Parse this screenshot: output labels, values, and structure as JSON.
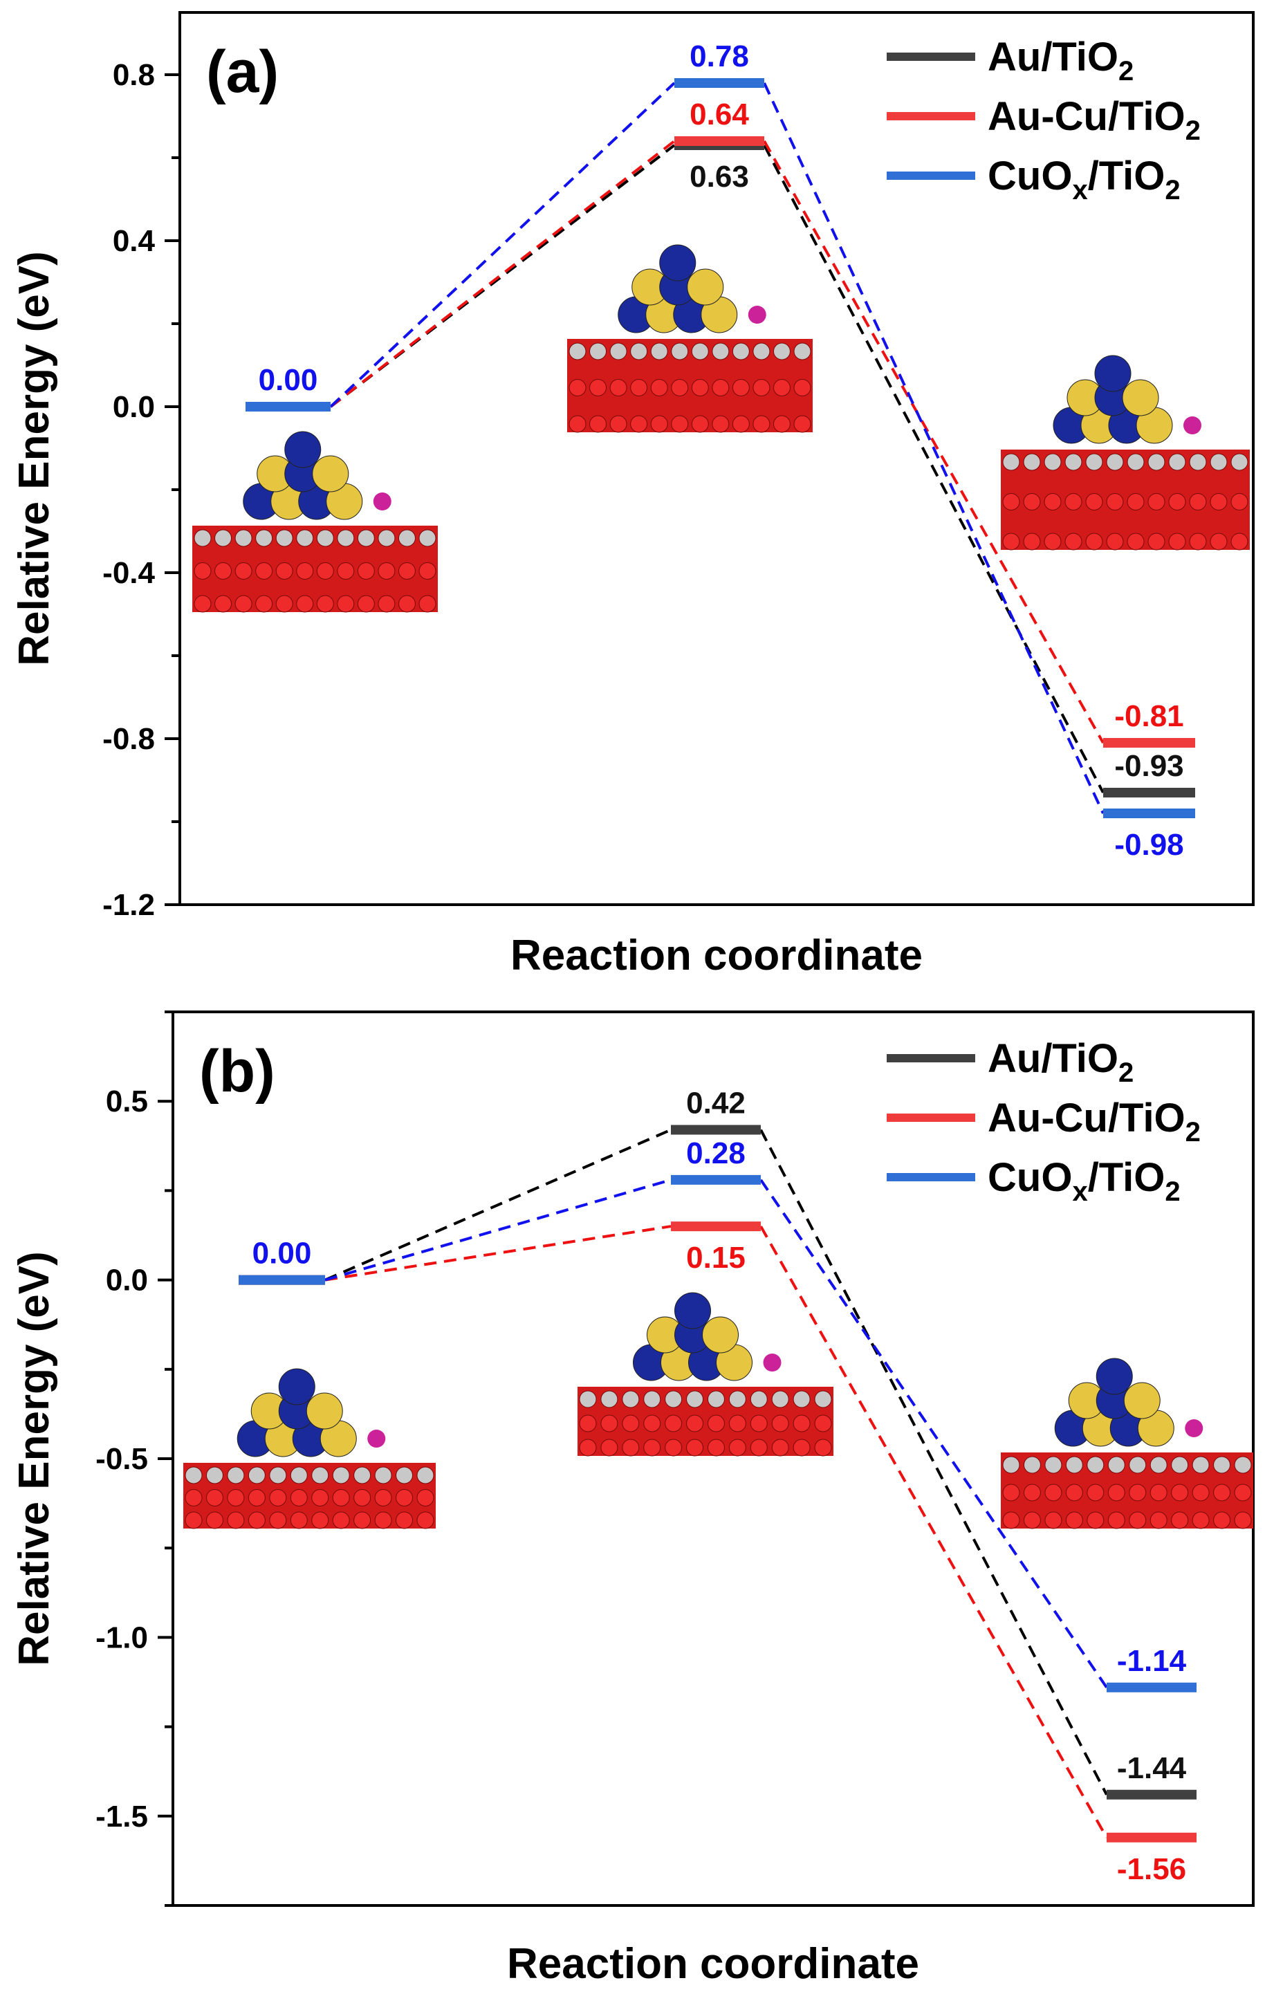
{
  "colors": {
    "Au/TiO2": "#404040",
    "Au-Cu/TiO2": "#ef3b3b",
    "CuOx/TiO2": "#2f6fd6"
  },
  "label_colors": {
    "Au/TiO2": "#111111",
    "Au-Cu/TiO2": "#ee1111",
    "CuOx/TiO2": "#1111ee"
  },
  "dash_colors": {
    "Au/TiO2": "#000000",
    "Au-Cu/TiO2": "#ee1111",
    "CuOx/TiO2": "#1111ee"
  },
  "chart_data": [
    {
      "type": "line",
      "panel_label": "(a)",
      "xlabel": "Reaction coordinate",
      "ylabel": "Relative Energy (eV)",
      "ylim": [
        -1.2,
        0.95
      ],
      "yticks": [
        0.8,
        0.4,
        0.0,
        -0.4,
        -0.8,
        -1.2
      ],
      "ytick_labels": [
        "0.8",
        "0.4",
        "0.0",
        "-0.4",
        "-0.8",
        "-1.2"
      ],
      "legend_position": "top-right",
      "legend": [
        {
          "series": "Au/TiO2",
          "main": "Au/TiO",
          "sub": "2",
          "tail": ""
        },
        {
          "series": "Au-Cu/TiO2",
          "main": "Au-Cu/TiO",
          "sub": "2",
          "tail": ""
        },
        {
          "series": "CuOx/TiO2",
          "main": "CuO",
          "sub": "x",
          "tail": "/TiO",
          "sub2": "2"
        }
      ],
      "series": [
        {
          "name": "Au/TiO2",
          "values": [
            0.0,
            0.63,
            -0.93
          ],
          "labels": [
            "",
            "0.63",
            "-0.93"
          ]
        },
        {
          "name": "Au-Cu/TiO2",
          "values": [
            0.0,
            0.64,
            -0.81
          ],
          "labels": [
            "",
            "0.64",
            "-0.81"
          ]
        },
        {
          "name": "CuOx/TiO2",
          "values": [
            0.0,
            0.78,
            -0.98
          ],
          "labels": [
            "0.00",
            "0.78",
            "-0.98"
          ]
        }
      ]
    },
    {
      "type": "line",
      "panel_label": "(b)",
      "xlabel": "Reaction coordinate",
      "ylabel": "Relative Energy (eV)",
      "ylim": [
        -1.75,
        0.75
      ],
      "yticks": [
        0.5,
        0.0,
        -0.5,
        -1.0,
        -1.5
      ],
      "ytick_labels": [
        "0.5",
        "0.0",
        "-0.5",
        "-1.0",
        "-1.5"
      ],
      "legend_position": "top-right",
      "legend": [
        {
          "series": "Au/TiO2",
          "main": "Au/TiO",
          "sub": "2",
          "tail": ""
        },
        {
          "series": "Au-Cu/TiO2",
          "main": "Au-Cu/TiO",
          "sub": "2",
          "tail": ""
        },
        {
          "series": "CuOx/TiO2",
          "main": "CuO",
          "sub": "x",
          "tail": "/TiO",
          "sub2": "2"
        }
      ],
      "series": [
        {
          "name": "Au/TiO2",
          "values": [
            0.0,
            0.42,
            -1.44
          ],
          "labels": [
            "",
            "0.42",
            "-1.44"
          ]
        },
        {
          "name": "Au-Cu/TiO2",
          "values": [
            0.0,
            0.15,
            -1.56
          ],
          "labels": [
            "",
            "0.15",
            "-1.56"
          ]
        },
        {
          "name": "CuOx/TiO2",
          "values": [
            0.0,
            0.28,
            -1.14
          ],
          "labels": [
            "0.00",
            "0.28",
            "-1.14"
          ]
        }
      ]
    }
  ]
}
